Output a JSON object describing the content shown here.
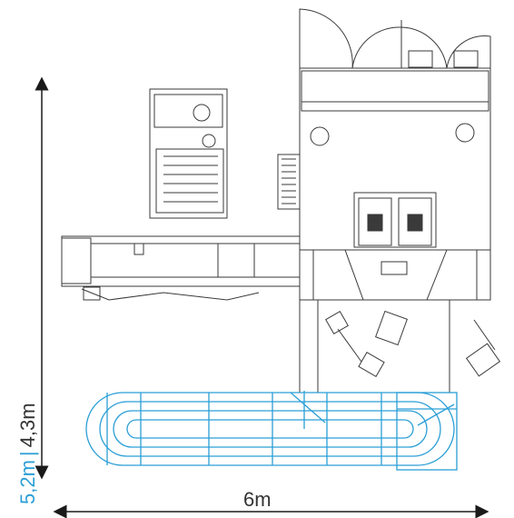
{
  "dimensions": {
    "height_with_conveyor": "5,2m",
    "separator": "|",
    "height_machine": "4,3m",
    "width": "6m"
  },
  "colors": {
    "machine_line": "#3a3a3a",
    "conveyor_line": "#2a9fd6",
    "arrow": "#1a1a1a"
  }
}
